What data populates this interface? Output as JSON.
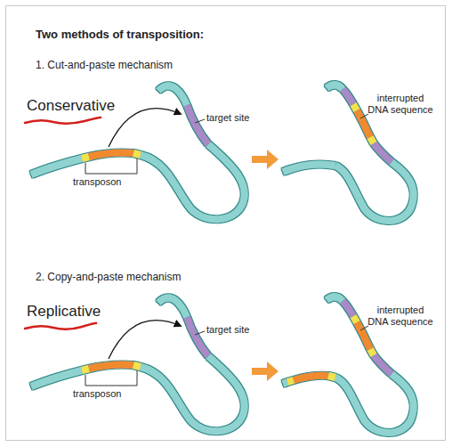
{
  "diagram": {
    "title": "Two methods of transposition:",
    "labels": [
      "1. Cut-and-paste mechanism",
      "Conservative",
      "target site",
      "transposon",
      "interrupted DNA sequence",
      "2. Copy-and-paste mechanism",
      "Replicative",
      "target site",
      "transposon",
      "interrupted DNA sequence"
    ]
  }
}
